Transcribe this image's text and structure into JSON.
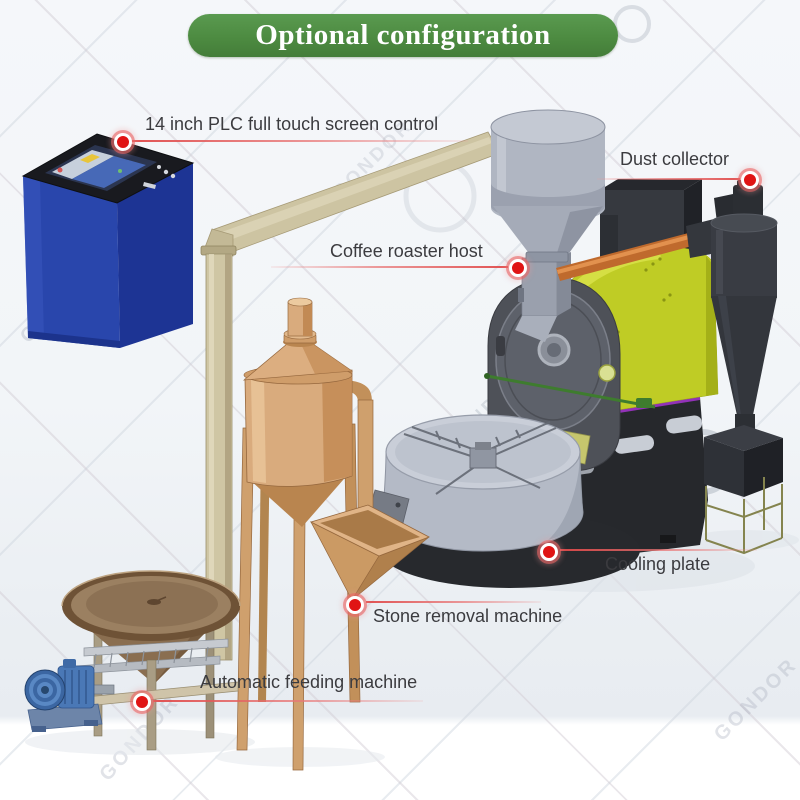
{
  "banner": {
    "title": "Optional configuration",
    "bg_color": "#4d8b41",
    "text_color": "#ffffff"
  },
  "labels": [
    {
      "id": "plc",
      "text": "14 inch PLC full touch screen control"
    },
    {
      "id": "dust",
      "text": "Dust collector"
    },
    {
      "id": "roaster",
      "text": "Coffee roaster host"
    },
    {
      "id": "cooling",
      "text": "Cooling plate"
    },
    {
      "id": "stone",
      "text": "Stone removal machine"
    },
    {
      "id": "feeding",
      "text": "Automatic feeding machine"
    }
  ],
  "watermark": {
    "brand": "GONDOR"
  },
  "colors": {
    "marker_red": "#e01414",
    "leader_line_pink": "#e87a7a",
    "label_text": "#3b3b3f",
    "cabinet_blue": "#2946ac",
    "roaster_yellow": "#bfcc25",
    "roaster_dark": "#26282c",
    "purple_trim": "#9232b8",
    "copper_pipe_orange": "#bf6a2d",
    "cyclone_gray": "#33363c",
    "cooling_gray": "#b4bac6",
    "tower_tan": "#d9ab7d",
    "pipe_tan": "#cfc6a4",
    "feeder_brown": "#9b8061",
    "blower_blue": "#4a78b6"
  }
}
